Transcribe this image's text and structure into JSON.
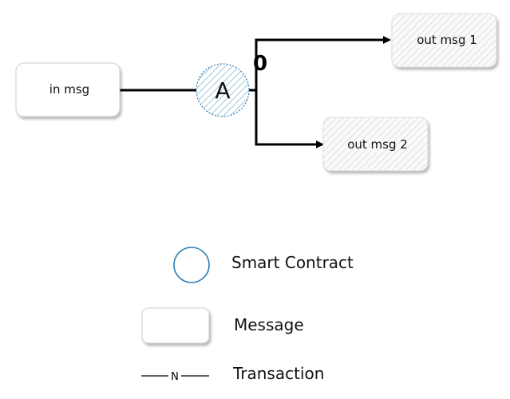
{
  "diagram": {
    "nodes": {
      "in_msg": {
        "label": "in msg"
      },
      "contract": {
        "label": "A"
      },
      "out_msg_1": {
        "label": "out msg 1"
      },
      "out_msg_2": {
        "label": "out msg 2"
      }
    },
    "transaction_number": "0",
    "colors": {
      "contract_stroke": "#2f7fb5",
      "contract_hatch": "#8fbfd9",
      "message_hatch": "#d9d9d9",
      "line": "#000000"
    }
  },
  "legend": {
    "smart_contract": "Smart Contract",
    "message": "Message",
    "transaction": "Transaction",
    "transaction_marker": "N"
  }
}
